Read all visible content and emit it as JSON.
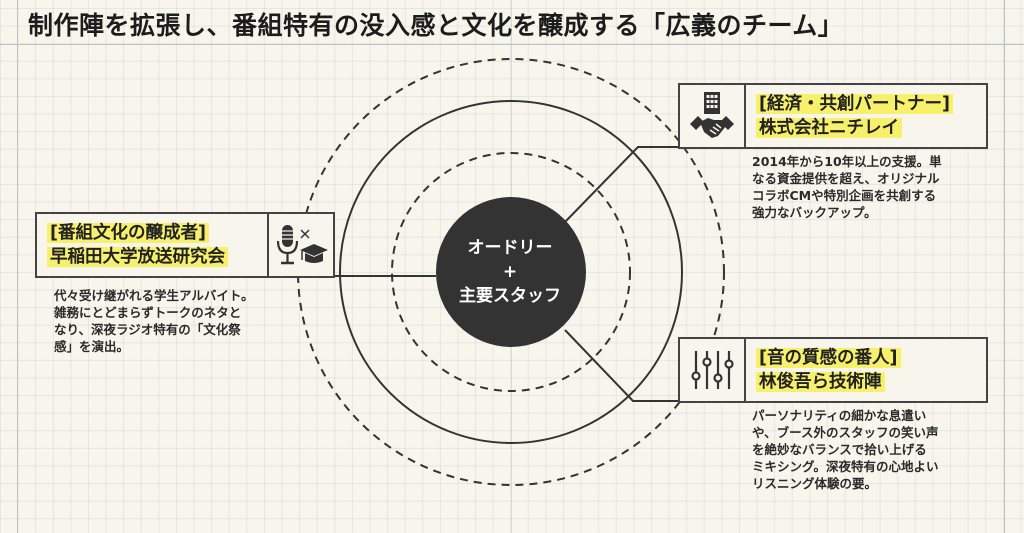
{
  "title": "制作陣を拡張し、番組特有の没入感と文化を醸成する「広義のチーム」",
  "center": {
    "line1": "オードリー",
    "line2": "+",
    "line3": "主要スタッフ"
  },
  "cards": {
    "partner": {
      "icon": "building-handshake-icon",
      "role": "[経済・共創パートナー]",
      "name": "株式会社ニチレイ",
      "description_lines": [
        "2014年から10年以上の支援。単",
        "なる資金提供を超え、オリジナル",
        "コラボCMや特別企画を共創する",
        "強力なバックアップ。"
      ]
    },
    "culture": {
      "icon": "microphone-graduation-cap-icon",
      "icon_separator": "×",
      "role": "[番組文化の醸成者]",
      "name": "早稲田大学放送研究会",
      "description_lines": [
        "代々受け継がれる学生アルバイト。",
        "雑務にとどまらずトークのネタと",
        "なり、深夜ラジオ特有の「文化祭",
        "感」を演出。"
      ]
    },
    "sound": {
      "icon": "mixer-sliders-icon",
      "role": "[音の質感の番人]",
      "name": "林俊吾ら技術陣",
      "description_lines": [
        "パーソナリティの細かな息遣い",
        "や、ブース外のスタッフの笑い声",
        "を絶妙なバランスで拾い上げる",
        "ミキシング。深夜特有の心地よい",
        "リスニング体験の要。"
      ]
    }
  },
  "colors": {
    "background": "#f8f6ec",
    "ink": "#333333",
    "highlight": "#f7f06a",
    "center_fill": "#333333"
  }
}
